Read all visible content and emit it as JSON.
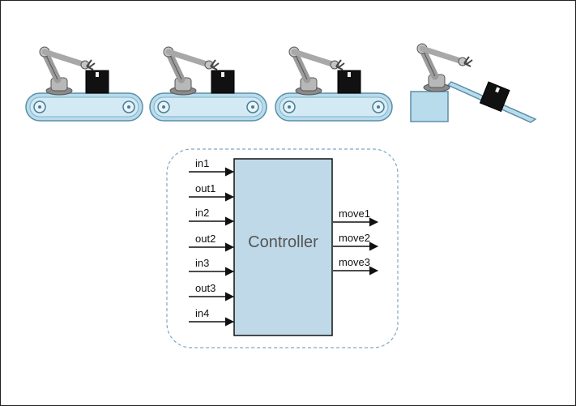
{
  "controller": {
    "label": "Controller",
    "inputs": [
      "in1",
      "out1",
      "in2",
      "out2",
      "in3",
      "out3",
      "in4"
    ],
    "outputs": [
      "move1",
      "move2",
      "move3"
    ]
  },
  "stations": [
    {
      "kind": "conveyor",
      "illustration": "robot-arm-conveyor-icon"
    },
    {
      "kind": "conveyor",
      "illustration": "robot-arm-conveyor-icon"
    },
    {
      "kind": "conveyor",
      "illustration": "robot-arm-conveyor-icon"
    },
    {
      "kind": "ramp",
      "illustration": "robot-arm-ramp-icon"
    }
  ],
  "colors": {
    "belt": "#b9dcec",
    "belt_stroke": "#5a8fa8",
    "arm": "#a9a9a9",
    "box": "#111111",
    "controller_fill": "#bfd9e8",
    "dashed_border": "#7fa8c4"
  }
}
